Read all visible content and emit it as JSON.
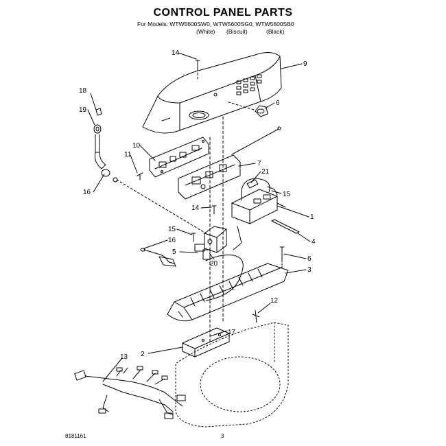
{
  "header": {
    "title": "CONTROL PANEL PARTS",
    "models": "For Models: WTW5600SW0, WTW5600SG0, WTW5600SB0",
    "variants": [
      "(White)",
      "(Biscuit)",
      "(Black)"
    ]
  },
  "callouts": [
    "14",
    "9",
    "18",
    "6",
    "19",
    "10",
    "11",
    "7",
    "21",
    "15",
    "16",
    "14",
    "1",
    "15",
    "16",
    "4",
    "5",
    "20",
    "6",
    "3",
    "12",
    "17",
    "2",
    "13"
  ],
  "footer": {
    "doc_number": "8181161",
    "page_number": "3"
  }
}
